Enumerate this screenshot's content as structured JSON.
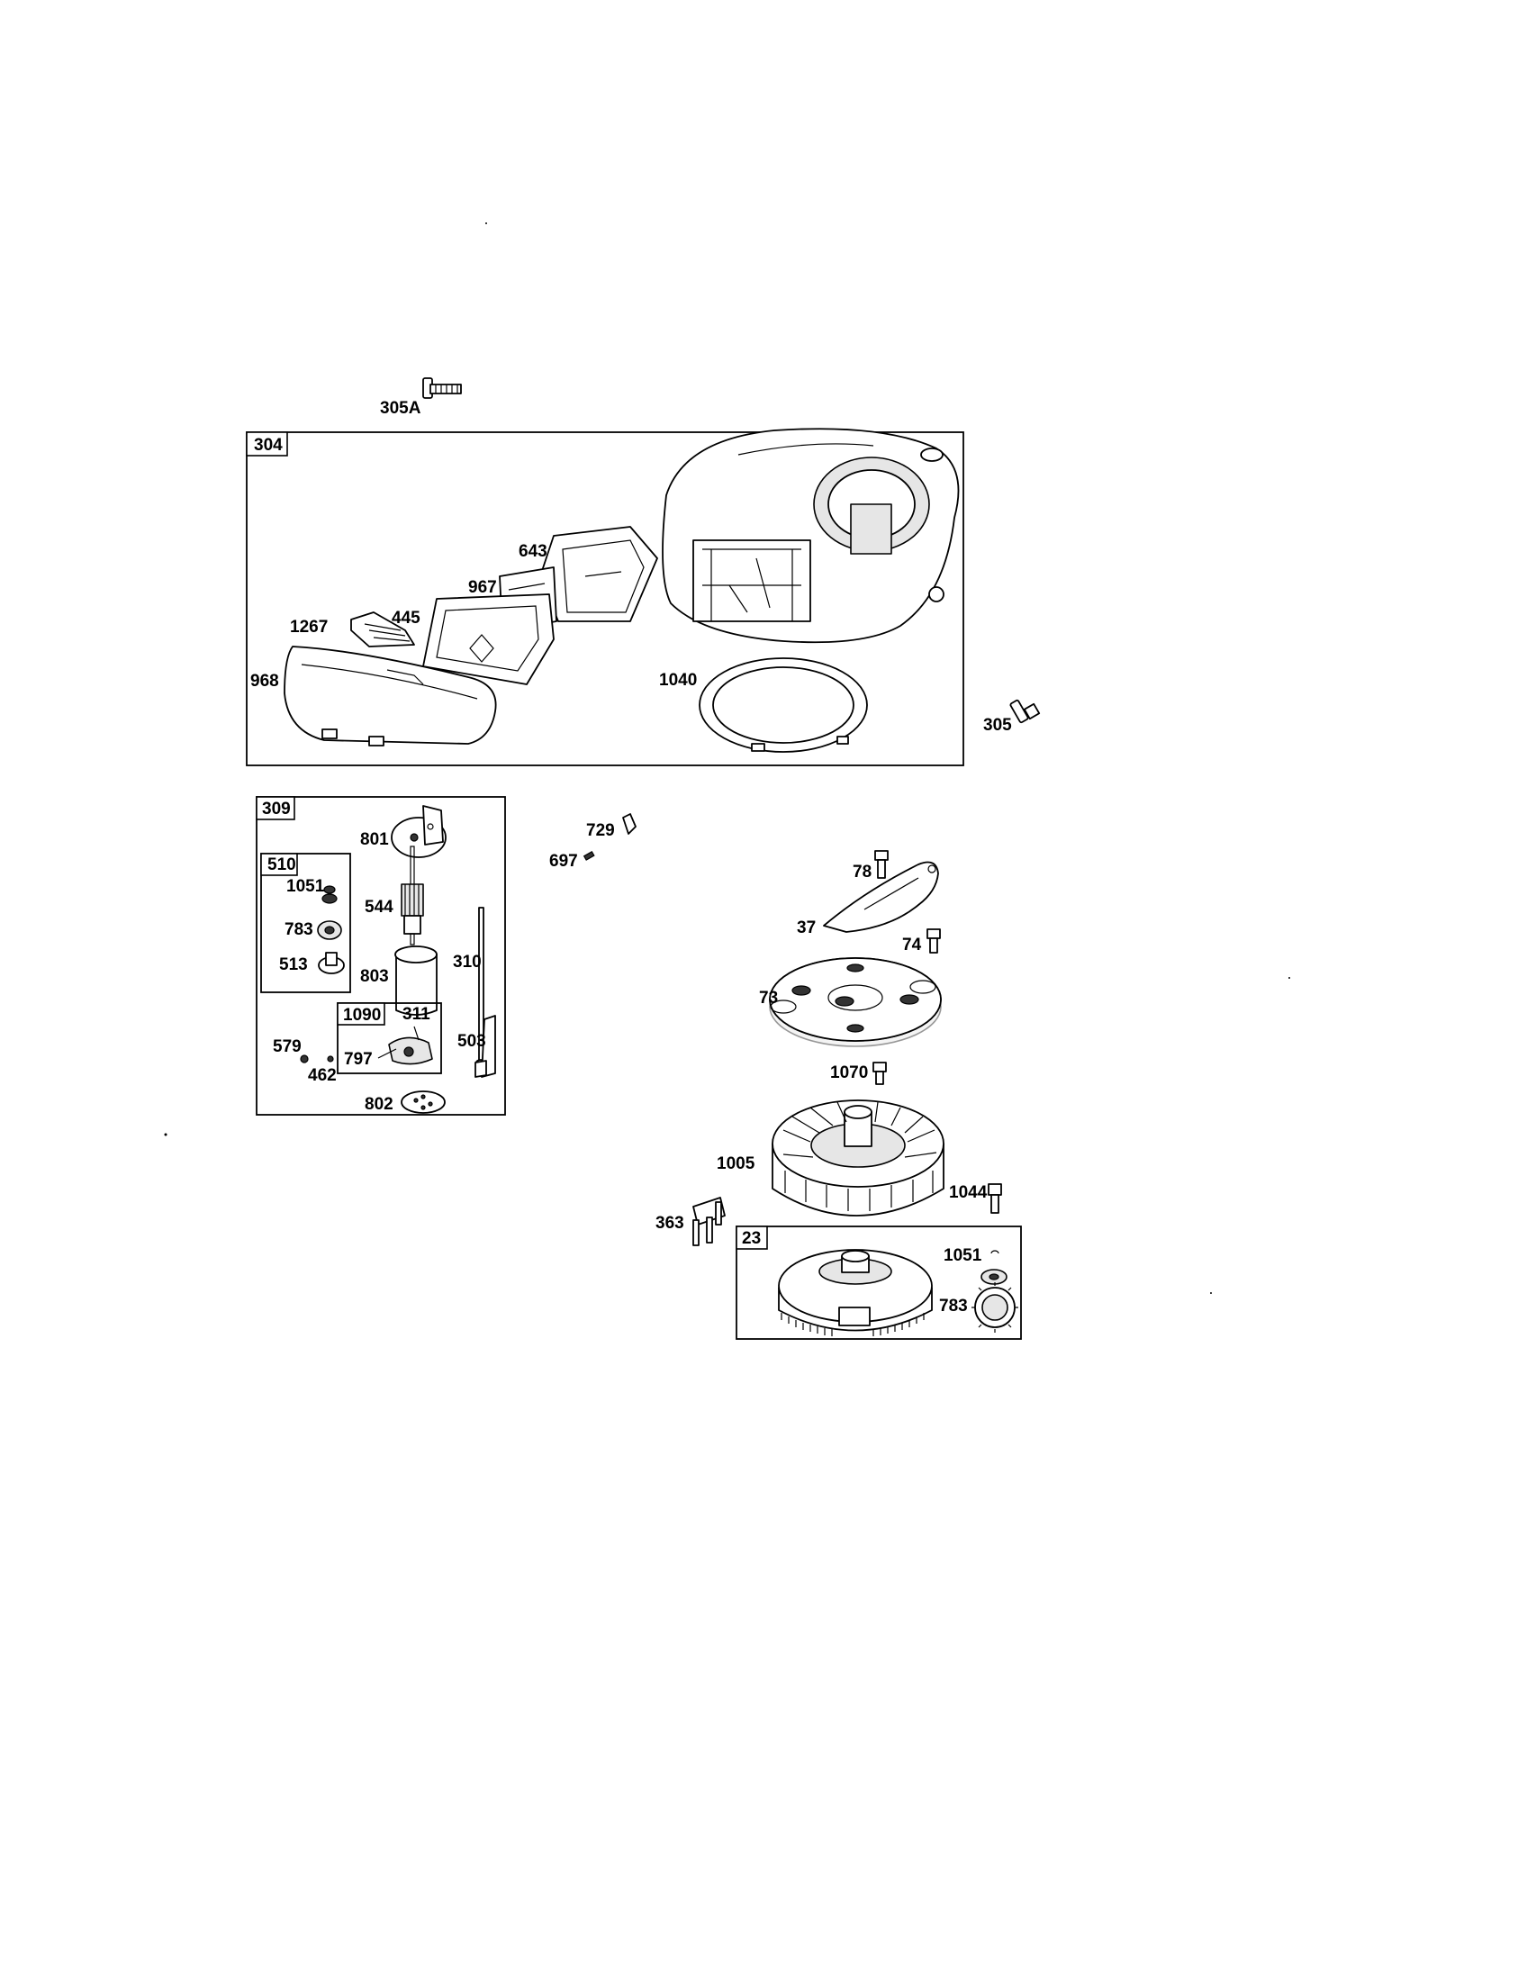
{
  "labels": {
    "l305A": "305A",
    "l304": "304",
    "l643": "643",
    "l967": "967",
    "l445": "445",
    "l1267": "1267",
    "l968": "968",
    "l1040": "1040",
    "l305": "305",
    "l309": "309",
    "l801": "801",
    "l510": "510",
    "l1051a": "1051",
    "l544": "544",
    "l783a": "783",
    "l513": "513",
    "l803": "803",
    "l310": "310",
    "l1090": "1090",
    "l311": "311",
    "l797": "797",
    "l503": "503",
    "l579": "579",
    "l462": "462",
    "l802": "802",
    "l729": "729",
    "l697": "697",
    "l78": "78",
    "l37": "37",
    "l74": "74",
    "l73": "73",
    "l1070": "1070",
    "l1005": "1005",
    "l1044": "1044",
    "l363": "363",
    "l23": "23",
    "l1051b": "1051",
    "l783b": "783"
  }
}
